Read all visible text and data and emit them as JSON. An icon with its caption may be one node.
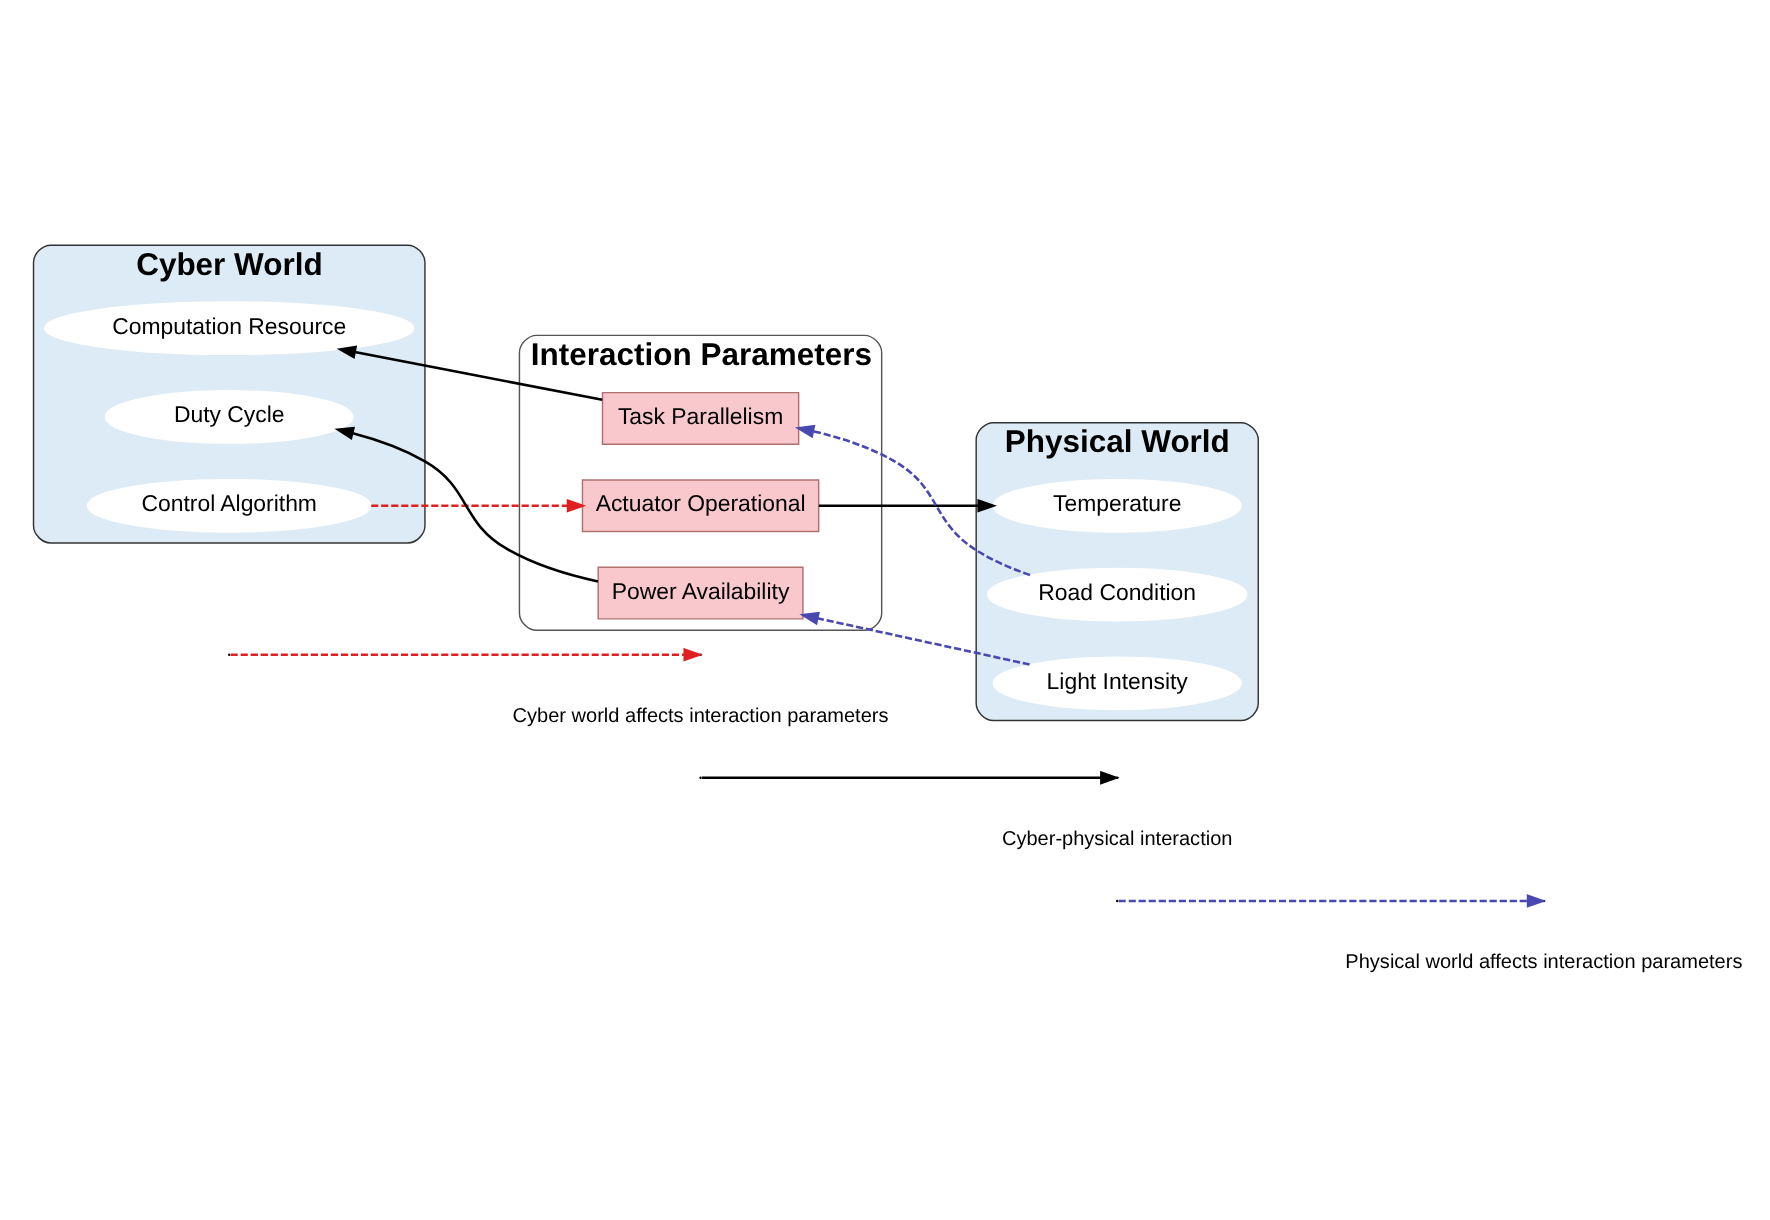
{
  "diagram": {
    "nodes": [
      {
        "text": [
          "Cyber World"
        ]
      },
      {
        "text": [
          "Computation Resource"
        ],
        "in": 0
      },
      {
        "text": [
          "Duty Cycle"
        ],
        "in": 0
      },
      {
        "text": [
          "Control Algorithm"
        ],
        "in": 0
      },
      {
        "text": [
          "Interaction Parameters"
        ]
      },
      {
        "text": [
          "Task Parallelism"
        ],
        "in": 4
      },
      {
        "text": [
          "Actuator Operational"
        ],
        "in": 4
      },
      {
        "text": [
          "Power Availability"
        ],
        "in": 4
      },
      {
        "text": [
          "Physical World"
        ]
      },
      {
        "text": [
          "Temperature"
        ],
        "in": 8
      },
      {
        "text": [
          "Road Condition"
        ],
        "in": 8
      },
      {
        "text": [
          "Light Intensity"
        ],
        "in": 8
      }
    ],
    "edges": [
      {
        "from": 5,
        "to": 1,
        "arrow": "to"
      },
      {
        "from": 7,
        "to": 2,
        "arrow": "to"
      },
      {
        "from": 3,
        "to": 6,
        "arrow": "to",
        "style": "dashed",
        "color": "#e02020"
      },
      {
        "from": 6,
        "to": 9,
        "arrow": "to"
      },
      {
        "from": 10,
        "to": 5,
        "arrow": "to",
        "style": "dashed",
        "color": "#4848b0"
      },
      {
        "from": 11,
        "to": 7,
        "arrow": "to",
        "style": "dashed",
        "color": "#4848b0"
      }
    ],
    "legend": [
      {
        "text": "Cyber world affects interaction parameters"
      },
      {
        "text": "Cyber-physical interaction"
      },
      {
        "text": "Physical world affects interaction parameters"
      }
    ]
  }
}
